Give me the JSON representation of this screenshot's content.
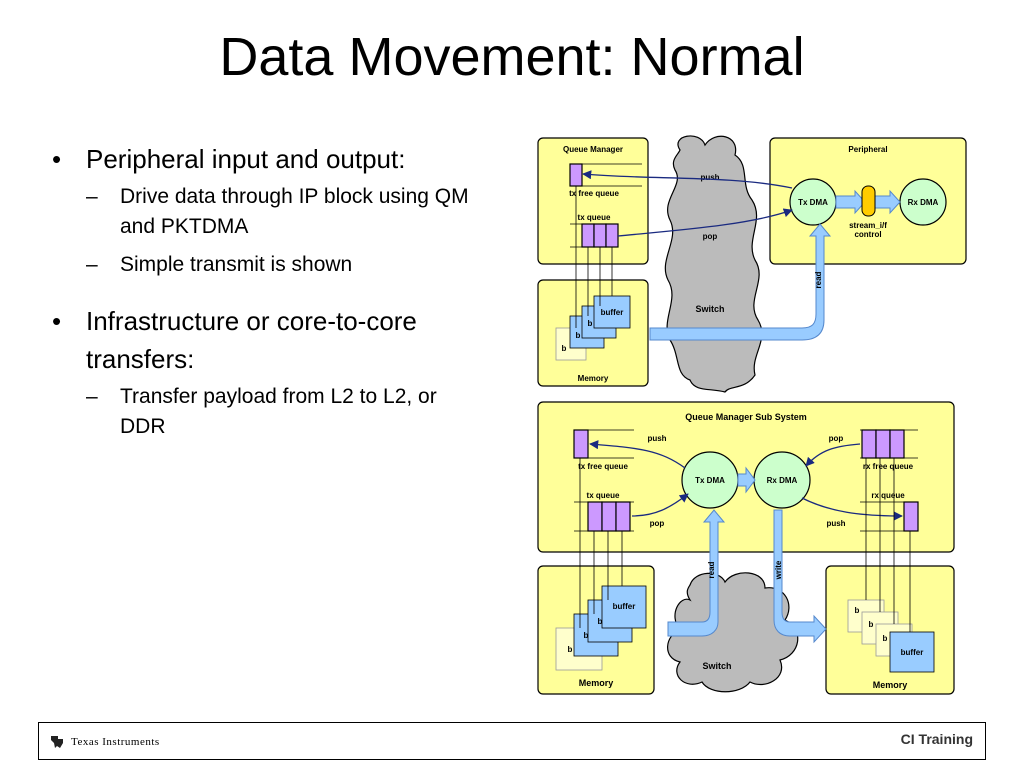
{
  "title": "Data Movement: Normal",
  "bullets": [
    {
      "text": "Peripheral input and output:",
      "sub": [
        "Drive data through IP block using QM and PKTDMA",
        "Simple transmit is shown"
      ]
    },
    {
      "text": "Infrastructure or core-to-core transfers:",
      "sub": [
        "Transfer payload from L2 to L2, or DDR"
      ]
    }
  ],
  "diagram_top": {
    "queue_manager": "Queue Manager",
    "tx_free_queue": "tx free queue",
    "tx_queue": "tx queue",
    "memory": "Memory",
    "buffer": "buffer",
    "b": "b",
    "switch": "Switch",
    "push": "push",
    "pop": "pop",
    "peripheral": "Peripheral",
    "tx_dma": "Tx DMA",
    "rx_dma": "Rx DMA",
    "stream_if_line1": "stream_i/f",
    "stream_if_line2": "control",
    "read": "read"
  },
  "diagram_bottom": {
    "qmss": "Queue Manager Sub System",
    "push": "push",
    "pop": "pop",
    "tx_free_queue": "tx free queue",
    "rx_free_queue": "rx free queue",
    "tx_queue": "tx queue",
    "rx_queue": "rx queue",
    "tx_dma": "Tx DMA",
    "rx_dma": "Rx DMA",
    "read": "read",
    "write": "write",
    "switch": "Switch",
    "memory": "Memory",
    "buffer": "buffer",
    "b": "b"
  },
  "footer": {
    "logo_text": "Texas Instruments",
    "right_text": "CI Training"
  },
  "colors": {
    "box_fill": "#ffff99",
    "queue_fill": "#cc99ff",
    "buffer_fill": "#99ccff",
    "dma_fill": "#ccffcc",
    "switch_fill": "#bbbbbb",
    "arrow_blue": "#1a2a80"
  }
}
